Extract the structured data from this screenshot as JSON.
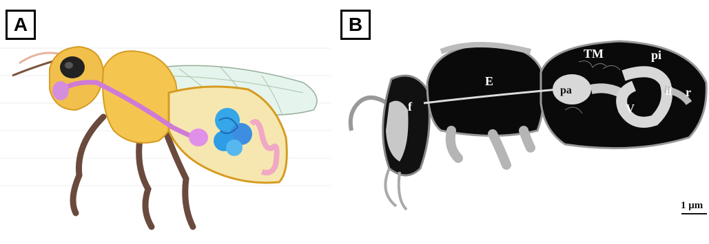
{
  "panels": [
    {
      "label": "A"
    },
    {
      "label": "B",
      "annotations": [
        "TM",
        "pi",
        "E",
        "pa",
        "if",
        "r",
        "f",
        "V"
      ],
      "scale_bar": "1 μm"
    }
  ]
}
